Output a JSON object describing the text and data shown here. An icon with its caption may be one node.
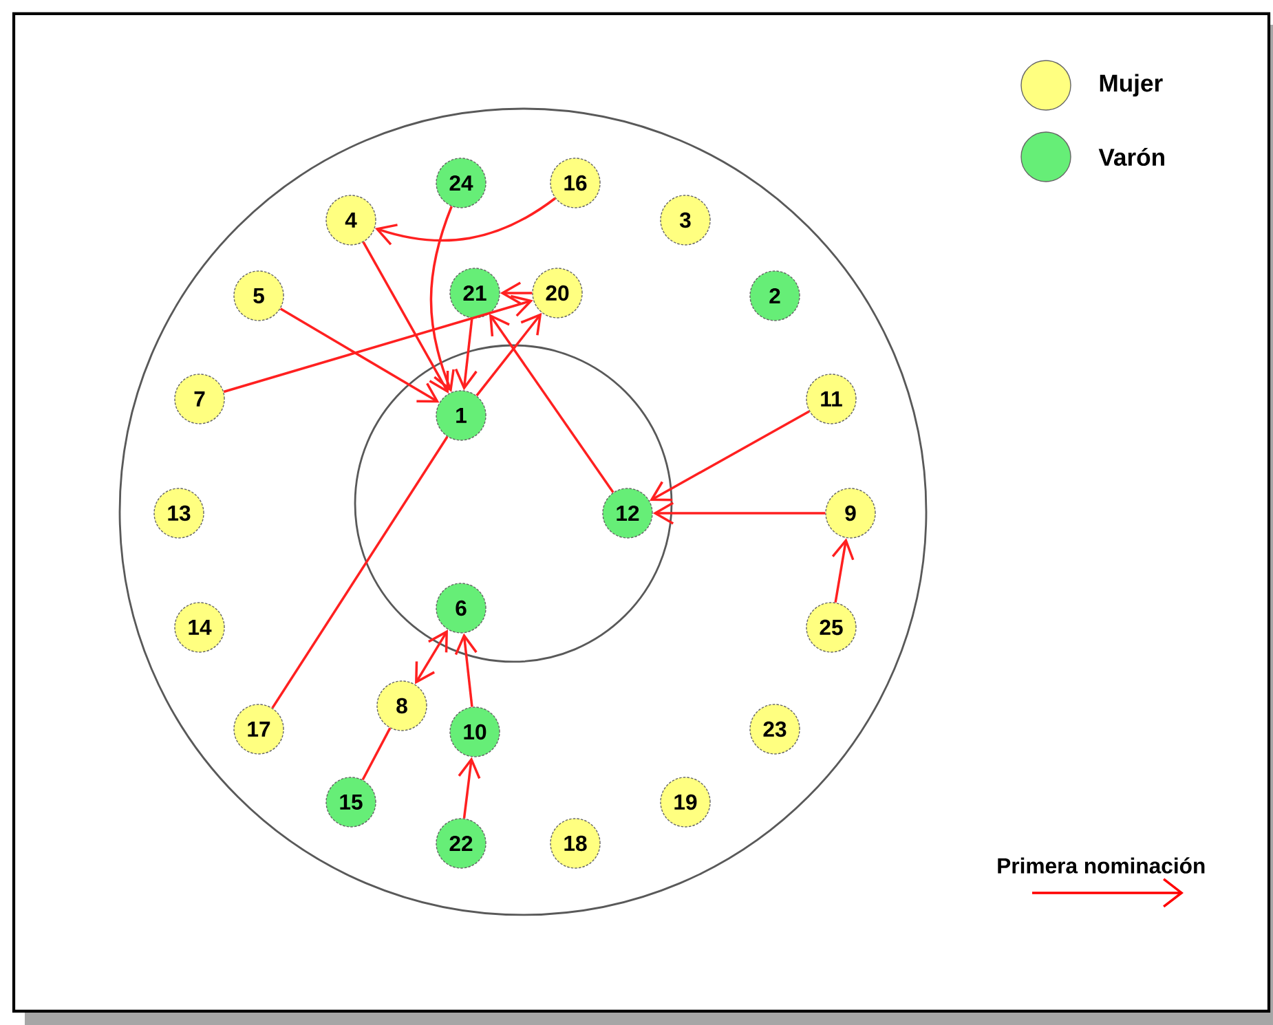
{
  "diagram": {
    "nodes": [
      {
        "text": [
          "1"
        ]
      },
      {
        "text": [
          "2"
        ]
      },
      {
        "text": [
          "3"
        ]
      },
      {
        "text": [
          "4"
        ]
      },
      {
        "text": [
          "5"
        ]
      },
      {
        "text": [
          "6"
        ]
      },
      {
        "text": [
          "7"
        ]
      },
      {
        "text": [
          "8"
        ]
      },
      {
        "text": [
          "9"
        ]
      },
      {
        "text": [
          "10"
        ]
      },
      {
        "text": [
          "11"
        ]
      },
      {
        "text": [
          "12"
        ]
      },
      {
        "text": [
          "13"
        ]
      },
      {
        "text": [
          "14"
        ]
      },
      {
        "text": [
          "15"
        ]
      },
      {
        "text": [
          "16"
        ]
      },
      {
        "text": [
          "17"
        ]
      },
      {
        "text": [
          "18"
        ]
      },
      {
        "text": [
          "19"
        ]
      },
      {
        "text": [
          "20"
        ]
      },
      {
        "text": [
          "21"
        ]
      },
      {
        "text": [
          "22"
        ]
      },
      {
        "text": [
          "23"
        ]
      },
      {
        "text": [
          "24"
        ]
      },
      {
        "text": [
          "25"
        ]
      }
    ],
    "edges": [
      {
        "from": 15,
        "to": 3,
        "arrow": "to"
      },
      {
        "from": 23,
        "to": 0,
        "arrow": "to"
      },
      {
        "from": 3,
        "to": 0,
        "arrow": "to"
      },
      {
        "from": 4,
        "to": 0,
        "arrow": "to"
      },
      {
        "from": 6,
        "to": 19,
        "arrow": "to"
      },
      {
        "from": 19,
        "to": 20,
        "arrow": "to"
      },
      {
        "from": 20,
        "to": 0,
        "arrow": "to"
      },
      {
        "from": 0,
        "to": 19,
        "arrow": "to"
      },
      {
        "from": 11,
        "to": 20,
        "arrow": "to"
      },
      {
        "from": 10,
        "to": 11,
        "arrow": "to"
      },
      {
        "from": 8,
        "to": 11,
        "arrow": "to"
      },
      {
        "from": 24,
        "to": 8,
        "arrow": "to"
      },
      {
        "from": 16,
        "to": 0,
        "arrow": "none"
      },
      {
        "from": 5,
        "to": 7,
        "arrow": "both"
      },
      {
        "from": 14,
        "to": 7,
        "arrow": "none"
      },
      {
        "from": 9,
        "to": 5,
        "arrow": "to"
      },
      {
        "from": 21,
        "to": 9,
        "arrow": "to"
      }
    ],
    "legend": [
      {
        "text": "Mujer",
        "color": "#ffff80"
      },
      {
        "text": "Varón",
        "color": "#66ee77"
      },
      {
        "text": "Primera nominación"
      }
    ]
  }
}
